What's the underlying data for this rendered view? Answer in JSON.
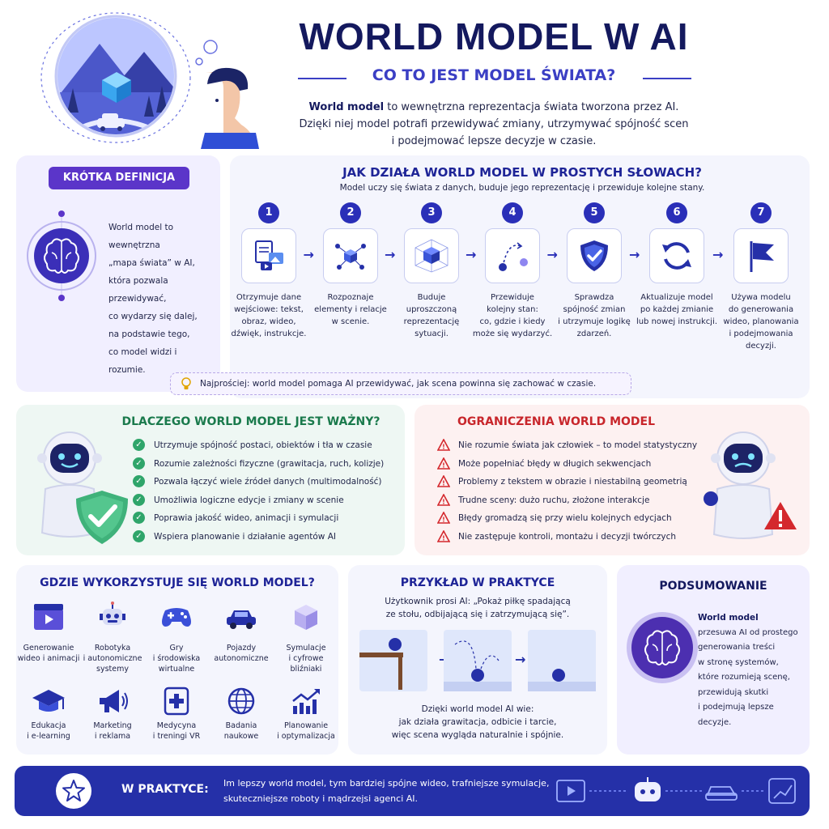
{
  "header": {
    "title": "WORLD MODEL W AI",
    "subtitle": "CO TO JEST MODEL ŚWIATA?",
    "intro_bold": "World model",
    "intro_line1": " to wewnętrzna reprezentacja świata tworzona przez AI.",
    "intro_line2": "Dzięki niej model potrafi przewidywać zmiany, utrzymywać spójność scen",
    "intro_line3": "i podejmować lepsze decyzje w czasie."
  },
  "definition": {
    "label": "KRÓTKA DEFINICJA",
    "lines": [
      "World model to wewnętrzna",
      "„mapa świata” w AI,",
      "która pozwala przewidywać,",
      "co wydarzy się dalej,",
      "na podstawie tego,",
      "co model widzi i rozumie."
    ]
  },
  "how": {
    "title": "JAK DZIAŁA WORLD MODEL W PROSTYCH SŁOWACH?",
    "subtitle": "Model uczy się świata z danych, buduje jego reprezentację i przewiduje kolejne stany.",
    "steps": [
      {
        "num": "1",
        "icon": "document-media-icon",
        "lines": [
          "Otrzymuje dane",
          "wejściowe: tekst,",
          "obraz, wideo,",
          "dźwięk, instrukcje."
        ]
      },
      {
        "num": "2",
        "icon": "network-cube-icon",
        "lines": [
          "Rozpoznaje",
          "elementy i relacje",
          "w scenie."
        ]
      },
      {
        "num": "3",
        "icon": "grid-cube-icon",
        "lines": [
          "Buduje",
          "uproszczoną",
          "reprezentację",
          "sytuacji."
        ]
      },
      {
        "num": "4",
        "icon": "trajectory-icon",
        "lines": [
          "Przewiduje",
          "kolejny stan:",
          "co, gdzie i kiedy",
          "może się wydarzyć."
        ]
      },
      {
        "num": "5",
        "icon": "shield-check-icon",
        "lines": [
          "Sprawdza",
          "spójność zmian",
          "i utrzymuje logikę",
          "zdarzeń."
        ]
      },
      {
        "num": "6",
        "icon": "refresh-icon",
        "lines": [
          "Aktualizuje model",
          "po każdej zmianie",
          "lub nowej instrukcji."
        ]
      },
      {
        "num": "7",
        "icon": "flag-icon",
        "lines": [
          "Używa modelu",
          "do generowania",
          "wideo, planowania",
          "i podejmowania",
          "decyzji."
        ]
      }
    ],
    "tip": "Najprościej: world model pomaga AI przewidywać, jak scena powinna się zachować w czasie."
  },
  "why": {
    "title": "DLACZEGO WORLD MODEL JEST WAŻNY?",
    "items": [
      "Utrzymuje spójność postaci, obiektów i tła w czasie",
      "Rozumie zależności fizyczne (grawitacja, ruch, kolizje)",
      "Pozwala łączyć wiele źródeł danych (multimodalność)",
      "Umożliwia logiczne edycje i zmiany w scenie",
      "Poprawia jakość wideo, animacji i symulacji",
      "Wspiera planowanie i działanie agentów AI"
    ]
  },
  "limits": {
    "title": "OGRANICZENIA WORLD MODEL",
    "items": [
      "Nie rozumie świata jak człowiek – to model statystyczny",
      "Może popełniać błędy w długich sekwencjach",
      "Problemy z tekstem w obrazie i niestabilną geometrią",
      "Trudne sceny: dużo ruchu, złożone interakcje",
      "Błędy gromadzą się przy wielu kolejnych edycjach",
      "Nie zastępuje kontroli, montażu i decyzji twórczych"
    ]
  },
  "uses": {
    "title": "GDZIE WYKORZYSTUJE SIĘ WORLD MODEL?",
    "tiles": [
      {
        "icon": "video-clapper-icon",
        "lines": [
          "Generowanie",
          "wideo i animacji"
        ]
      },
      {
        "icon": "robot-icon",
        "lines": [
          "Robotyka",
          "i autonomiczne",
          "systemy"
        ]
      },
      {
        "icon": "gamepad-icon",
        "lines": [
          "Gry",
          "i środowiska",
          "wirtualne"
        ]
      },
      {
        "icon": "car-icon",
        "lines": [
          "Pojazdy",
          "autonomiczne"
        ]
      },
      {
        "icon": "cube-icon",
        "lines": [
          "Symulacje",
          "i cyfrowe bliźniaki"
        ]
      },
      {
        "icon": "graduation-cap-icon",
        "lines": [
          "Edukacja",
          "i e-learning"
        ]
      },
      {
        "icon": "megaphone-icon",
        "lines": [
          "Marketing",
          "i reklama"
        ]
      },
      {
        "icon": "medical-cross-icon",
        "lines": [
          "Medycyna",
          "i treningi VR"
        ]
      },
      {
        "icon": "globe-icon",
        "lines": [
          "Badania",
          "naukowe"
        ]
      },
      {
        "icon": "growth-chart-icon",
        "lines": [
          "Planowanie",
          "i optymalizacja"
        ]
      }
    ]
  },
  "example": {
    "title": "PRZYKŁAD W PRAKTYCE",
    "prompt_line1": "Użytkownik prosi AI: „Pokaż piłkę spadającą",
    "prompt_line2": "ze stołu, odbijającą się i zatrzymującą się”.",
    "result_line1": "Dzięki world model AI wie:",
    "result_line2": "jak działa grawitacja, odbicie i tarcie,",
    "result_line3": "więc scena wygląda naturalnie i spójnie."
  },
  "summary": {
    "title": "PODSUMOWANIE",
    "bold": "World model",
    "lines": [
      "przesuwa AI od prostego",
      "generowania treści",
      "w stronę systemów,",
      "które rozumieją scenę,",
      "przewidują skutki",
      "i podejmują lepsze decyzje."
    ]
  },
  "bottom": {
    "label": "W PRAKTYCE:",
    "line1": "Im lepszy world model, tym bardziej spójne wideo, trafniejsze symulacje,",
    "line2": "skuteczniejsze roboty i mądrzejsi agenci AI."
  }
}
